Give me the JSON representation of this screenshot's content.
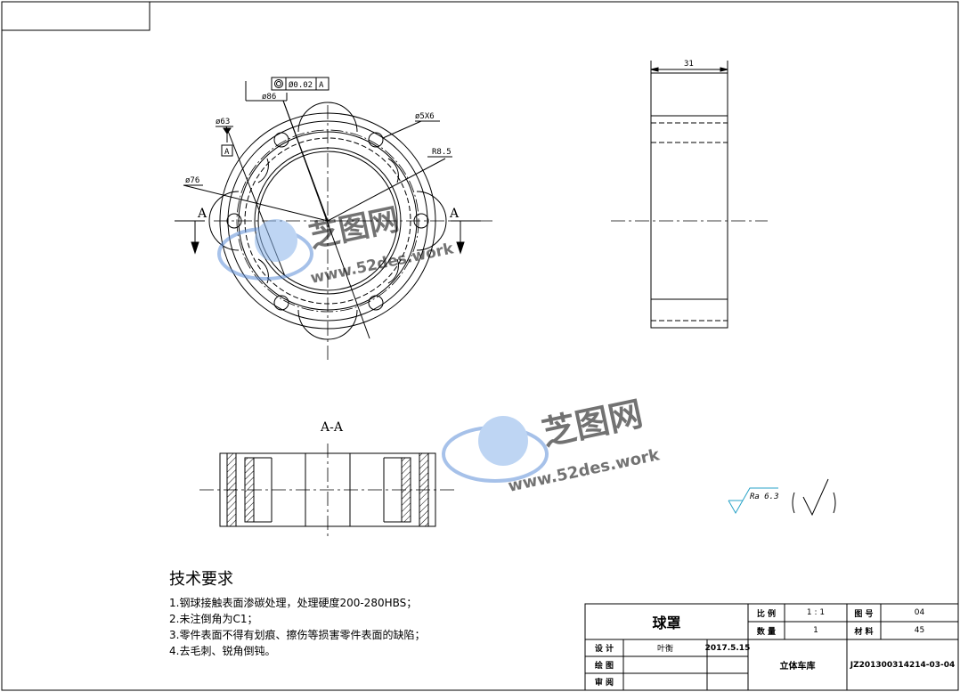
{
  "drawing": {
    "dims": {
      "tol_value": "Ø0.02",
      "tol_datum": "A",
      "d86": "ø86",
      "d63": "ø63",
      "datum": "A",
      "d76": "ø76",
      "d5x6": "ø5X6",
      "r85": "R8.5",
      "w31": "31",
      "sect_left": "A",
      "sect_right": "A",
      "sect_title": "A-A",
      "ra": "Ra 6.3"
    },
    "watermark": {
      "brand": "芝图网",
      "url": "www.52des.work"
    }
  },
  "notes": {
    "title": "技术要求",
    "items": [
      "1.钢球接触表面渗碳处理，处理硬度200-280HBS；",
      "2.未注倒角为C1；",
      "3.零件表面不得有划痕、擦伤等损害零件表面的缺陷；",
      "4.去毛刺、锐角倒钝。"
    ]
  },
  "title_block": {
    "part_name": "球罩",
    "scale_label": "比 例",
    "scale_value": "1 : 1",
    "drawing_no_label": "图 号",
    "drawing_no_value": "04",
    "qty_label": "数 量",
    "qty_value": "1",
    "material_label": "材 料",
    "material_value": "45",
    "design_label": "设 计",
    "designer": "叶衡",
    "date": "2017.5.15",
    "draw_label": "绘 图",
    "check_label": "审 阅",
    "library": "立体车库",
    "code": "JZ201300314214-03-04"
  }
}
